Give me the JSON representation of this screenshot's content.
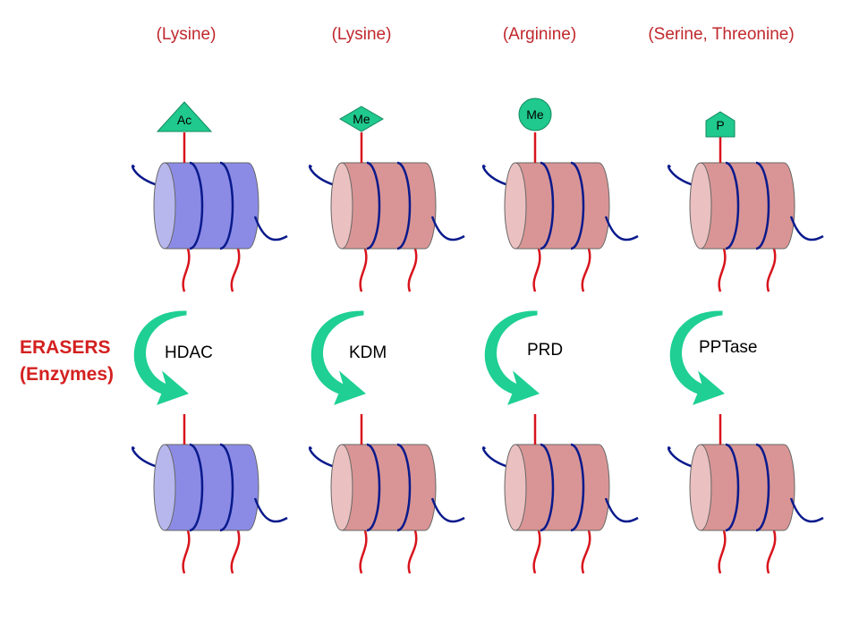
{
  "title": "",
  "erasers_label": {
    "line1": "ERASERS",
    "line2": "(Enzymes)"
  },
  "colors": {
    "residue_text": "#c0282d",
    "erasers_text": "#d42020",
    "arrow": "#1fcf94",
    "mark_fill": "#20c98e",
    "dna": "#0a1a8c",
    "tail": "#d8141c",
    "cyl_blue": "#8b8be6",
    "cyl_blue_face": "#b7b7ee",
    "cyl_pink": "#d99595",
    "cyl_pink_face": "#ebc0c0"
  },
  "columns": [
    {
      "residue": "(Lysine)",
      "mark": "Ac",
      "mark_shape": "triangle",
      "enzyme": "HDAC",
      "cylinder": "blue"
    },
    {
      "residue": "(Lysine)",
      "mark": "Me",
      "mark_shape": "diamond",
      "enzyme": "KDM",
      "cylinder": "pink"
    },
    {
      "residue": "(Arginine)",
      "mark": "Me",
      "mark_shape": "circle",
      "enzyme": "PRD",
      "cylinder": "pink"
    },
    {
      "residue": "(Serine, Threonine)",
      "mark": "P",
      "mark_shape": "pentagon",
      "enzyme": "PPTase",
      "cylinder": "pink"
    }
  ]
}
